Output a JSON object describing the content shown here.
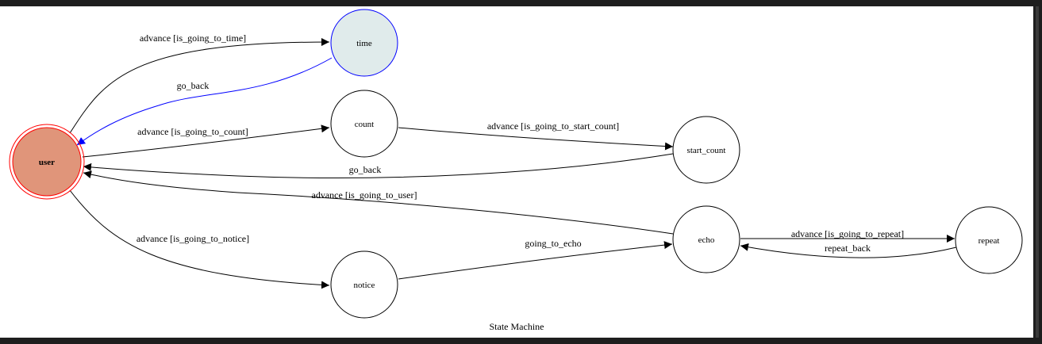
{
  "diagram": {
    "caption": "State Machine",
    "states": {
      "user": "user",
      "time": "time",
      "count": "count",
      "start_count": "start_count",
      "notice": "notice",
      "echo": "echo",
      "repeat": "repeat"
    },
    "transitions": {
      "user_to_time": "advance [is_going_to_time]",
      "time_to_user": "go_back",
      "user_to_count": "advance [is_going_to_count]",
      "count_to_start_count": "advance [is_going_to_start_count]",
      "start_count_to_user": "go_back",
      "echo_to_user": "advance [is_going_to_user]",
      "user_to_notice": "advance [is_going_to_notice]",
      "notice_to_echo": "going_to_echo",
      "echo_to_repeat": "advance [is_going_to_repeat]",
      "repeat_to_echo": "repeat_back"
    },
    "colors": {
      "initial_state_fill": "#e0957a",
      "initial_state_stroke": "#ff0000",
      "active_state_fill": "#e0ebeb",
      "active_state_stroke": "#0000ff",
      "active_edge": "#0000ff",
      "default_stroke": "#000000"
    }
  }
}
